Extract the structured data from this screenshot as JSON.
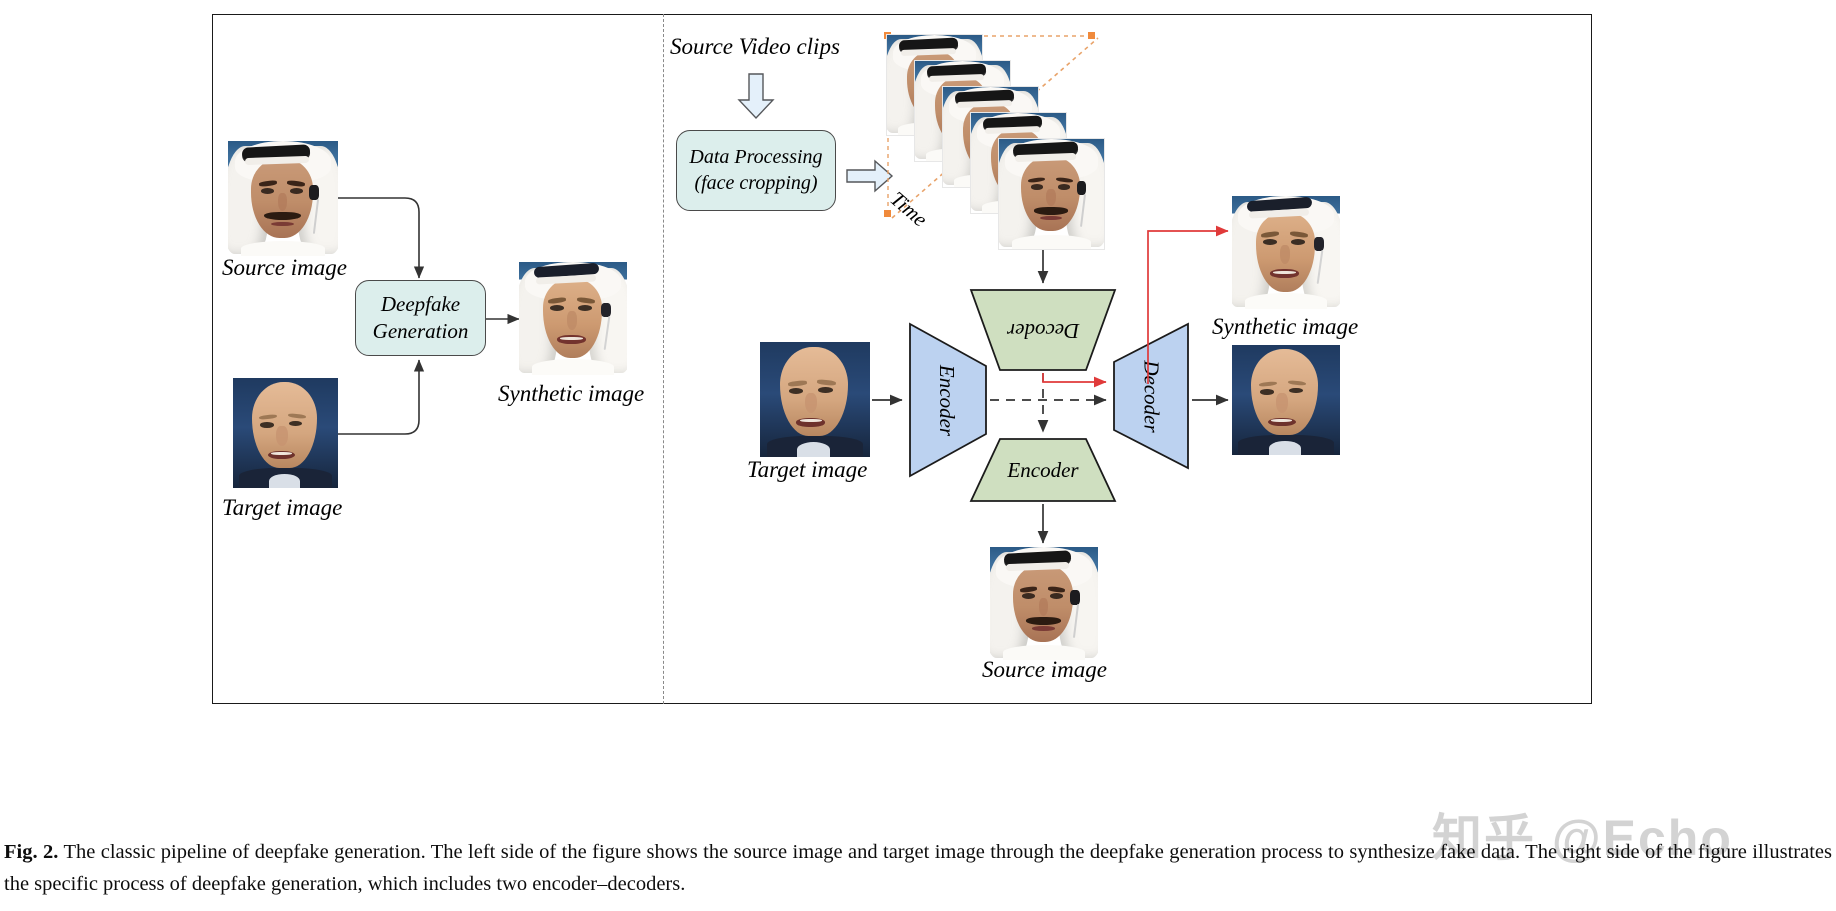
{
  "figure": {
    "id": "Fig. 2.",
    "caption": "The classic pipeline of deepfake generation. The left side of the figure shows the source image and target image through the deepfake generation process to synthesize fake data. The right side of the figure illustrates the specific process of deepfake generation, which includes two encoder–decoders."
  },
  "watermark": {
    "text": "知乎 @Echo"
  },
  "left_panel": {
    "source_label": "Source image",
    "target_label": "Target image",
    "synthetic_label": "Synthetic image",
    "process_line1": "Deepfake",
    "process_line2": "Generation"
  },
  "right_panel": {
    "source_video_label": "Source Video clips",
    "data_processing_line1": "Data Processing",
    "data_processing_line2": "(face cropping)",
    "time_label": "Time",
    "encoder_top_label": "Encoder",
    "decoder_top_label": "Decoder",
    "encoder_bottom_label": "Encoder",
    "decoder_right_label": "Decoder",
    "target_label": "Target image",
    "source_label": "Source image",
    "synthetic_label": "Synthetic image",
    "cropped_source_alt": "cropped source face"
  },
  "colors": {
    "process_box_fill": "#dceeec",
    "process_box_stroke": "#4a4a4a",
    "encoder_blue_fill": "#bcd2f0",
    "encoder_blue_stroke": "#1b1b1b",
    "decoder_green_fill": "#cfdfc0",
    "decoder_green_stroke": "#1b1b1b",
    "block_arrow_fill": "#e4f0fa",
    "block_arrow_stroke": "#55575a",
    "red_path": "#e03a3a",
    "line": "#333333",
    "frame_border": "#1a1a1a",
    "divider": "#8a8a8a",
    "dotted_time_axis": "#e8a36a",
    "watermark": "#d3d3d3"
  }
}
